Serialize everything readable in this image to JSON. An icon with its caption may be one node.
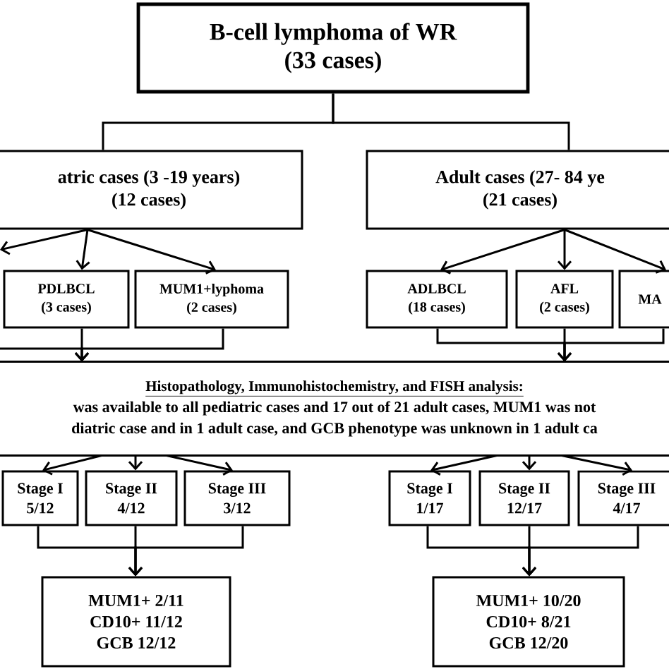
{
  "diagram": {
    "nodes": [
      {
        "text": [
          "B-cell lymphoma of WR",
          "(33 cases)"
        ]
      },
      {
        "text": [
          "atric cases (3 -19 years)",
          "(12 cases)"
        ]
      },
      {
        "text": [
          "Adult cases (27- 84 ye",
          "(21 cases)"
        ]
      },
      {
        "text": [
          "PDLBCL",
          "(3 cases)"
        ]
      },
      {
        "text": [
          "MUM1+lyphoma",
          "(2 cases)"
        ]
      },
      {
        "text": [
          "ADLBCL",
          "(18 cases)"
        ]
      },
      {
        "text": [
          "AFL",
          "(2 cases)"
        ]
      },
      {
        "text": [
          "MA"
        ]
      },
      {
        "text": [
          "Histopathology, Immunohistochemistry,  and FISH analysis:",
          "was available to all pediatric cases and 17 out of 21 adult cases, MUM1 was not",
          "diatric case and in 1 adult case, and GCB phenotype was unknown in 1 adult ca"
        ]
      },
      {
        "text": [
          "Stage I",
          "5/12"
        ]
      },
      {
        "text": [
          "Stage II",
          "4/12"
        ]
      },
      {
        "text": [
          "Stage III",
          "3/12"
        ]
      },
      {
        "text": [
          "Stage I",
          "1/17"
        ]
      },
      {
        "text": [
          "Stage II",
          "12/17"
        ]
      },
      {
        "text": [
          "Stage III",
          "4/17"
        ]
      },
      {
        "text": [
          "MUM1+  2/11",
          "CD10+  11/12",
          "GCB  12/12"
        ]
      },
      {
        "text": [
          "MUM1+  10/20",
          "CD10+  8/21",
          "GCB  12/20"
        ]
      }
    ],
    "edges": [
      {
        "from": 0,
        "to": 1,
        "arrow": "none"
      },
      {
        "from": 0,
        "to": 2,
        "arrow": "none"
      },
      {
        "from": 1,
        "to": null,
        "arrow": "to"
      },
      {
        "from": 1,
        "to": 3,
        "arrow": "to"
      },
      {
        "from": 1,
        "to": 4,
        "arrow": "to"
      },
      {
        "from": 2,
        "to": 5,
        "arrow": "to"
      },
      {
        "from": 2,
        "to": 6,
        "arrow": "to"
      },
      {
        "from": 2,
        "to": 7,
        "arrow": "to"
      },
      {
        "from": null,
        "to": 8,
        "arrow": "to"
      },
      {
        "from": 3,
        "to": 8,
        "arrow": "to"
      },
      {
        "from": 4,
        "to": 8,
        "arrow": "to"
      },
      {
        "from": 5,
        "to": 8,
        "arrow": "to"
      },
      {
        "from": 6,
        "to": 8,
        "arrow": "to"
      },
      {
        "from": 7,
        "to": 8,
        "arrow": "to"
      },
      {
        "from": 8,
        "to": 9,
        "arrow": "to"
      },
      {
        "from": 8,
        "to": 10,
        "arrow": "to"
      },
      {
        "from": 8,
        "to": 11,
        "arrow": "to"
      },
      {
        "from": 8,
        "to": 12,
        "arrow": "to"
      },
      {
        "from": 8,
        "to": 13,
        "arrow": "to"
      },
      {
        "from": 8,
        "to": 14,
        "arrow": "to"
      },
      {
        "from": 9,
        "to": 15,
        "arrow": "to"
      },
      {
        "from": 10,
        "to": 15,
        "arrow": "to"
      },
      {
        "from": 11,
        "to": 15,
        "arrow": "to"
      },
      {
        "from": 12,
        "to": 16,
        "arrow": "to"
      },
      {
        "from": 13,
        "to": 16,
        "arrow": "to"
      },
      {
        "from": 14,
        "to": 16,
        "arrow": "to"
      }
    ]
  }
}
